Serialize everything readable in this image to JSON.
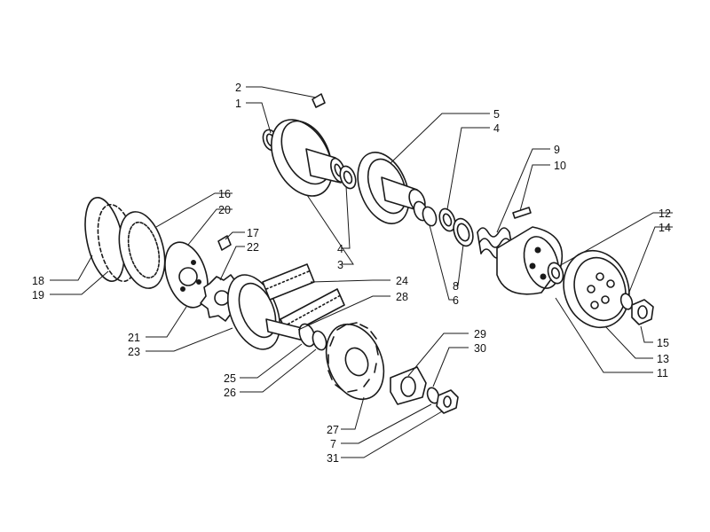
{
  "diagram": {
    "callouts": [
      {
        "id": "c2",
        "label": "2"
      },
      {
        "id": "c1",
        "label": "1"
      },
      {
        "id": "c5",
        "label": "5"
      },
      {
        "id": "c4a",
        "label": "4"
      },
      {
        "id": "c9",
        "label": "9"
      },
      {
        "id": "c10",
        "label": "10"
      },
      {
        "id": "c16",
        "label": "16"
      },
      {
        "id": "c20",
        "label": "20"
      },
      {
        "id": "c17",
        "label": "17"
      },
      {
        "id": "c22",
        "label": "22"
      },
      {
        "id": "c12",
        "label": "12"
      },
      {
        "id": "c14",
        "label": "14"
      },
      {
        "id": "c4b",
        "label": "4"
      },
      {
        "id": "c3",
        "label": "3"
      },
      {
        "id": "c18",
        "label": "18"
      },
      {
        "id": "c19",
        "label": "19"
      },
      {
        "id": "c24",
        "label": "24"
      },
      {
        "id": "c28",
        "label": "28"
      },
      {
        "id": "c8",
        "label": "8"
      },
      {
        "id": "c6",
        "label": "6"
      },
      {
        "id": "c21",
        "label": "21"
      },
      {
        "id": "c23",
        "label": "23"
      },
      {
        "id": "c29",
        "label": "29"
      },
      {
        "id": "c30",
        "label": "30"
      },
      {
        "id": "c15",
        "label": "15"
      },
      {
        "id": "c13",
        "label": "13"
      },
      {
        "id": "c11",
        "label": "11"
      },
      {
        "id": "c25",
        "label": "25"
      },
      {
        "id": "c26",
        "label": "26"
      },
      {
        "id": "c27",
        "label": "27"
      },
      {
        "id": "c7",
        "label": "7"
      },
      {
        "id": "c31",
        "label": "31"
      }
    ]
  },
  "colors": {
    "line": "#1a1a1a",
    "background": "#ffffff"
  }
}
